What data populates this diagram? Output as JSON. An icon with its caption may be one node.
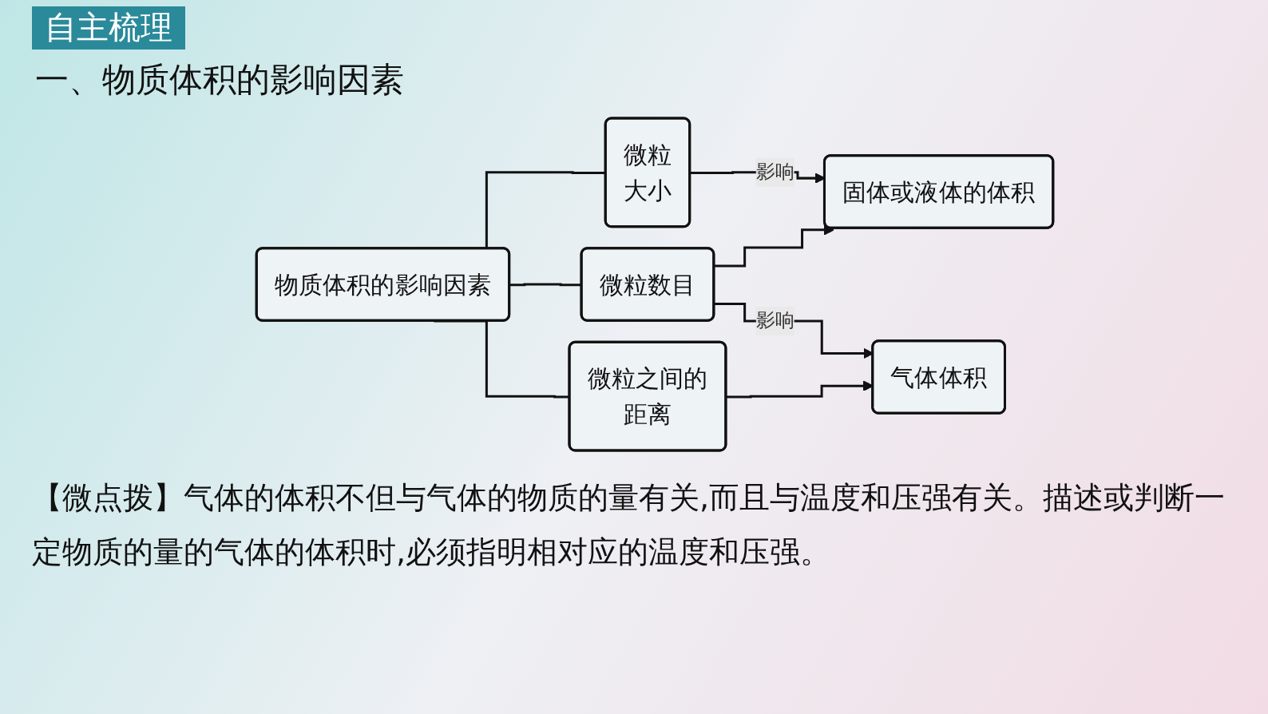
{
  "diagram": {
    "title": "自主梳理",
    "nodes": [
      {
        "text": [
          "物质体积的影响因素"
        ]
      },
      {
        "text": [
          "微粒",
          "大小"
        ]
      },
      {
        "text": [
          "微粒数目"
        ]
      },
      {
        "text": [
          "微粒之间的",
          "距离"
        ]
      },
      {
        "text": [
          "固体或液体的体积"
        ]
      },
      {
        "text": [
          "气体体积"
        ]
      }
    ],
    "edges": [
      {
        "from": 0,
        "to": 1,
        "arrow": "none"
      },
      {
        "from": 0,
        "to": 2,
        "arrow": "none"
      },
      {
        "from": 0,
        "to": 3,
        "arrow": "none"
      },
      {
        "from": 1,
        "to": 4,
        "arrow": "to",
        "label": "影响"
      },
      {
        "from": 2,
        "to": 4,
        "arrow": "to"
      },
      {
        "from": 2,
        "to": 5,
        "arrow": "to",
        "label": "影响"
      },
      {
        "from": 3,
        "to": 5,
        "arrow": "to"
      }
    ],
    "labels": [
      "一、物质体积的影响因素",
      "【微点拨】气体的体积不但与气体的物质的量有关,而且与温度和压强有关。描述或判断一定物质的量的气体的体积时,必须指明相对应的温度和压强。"
    ]
  }
}
